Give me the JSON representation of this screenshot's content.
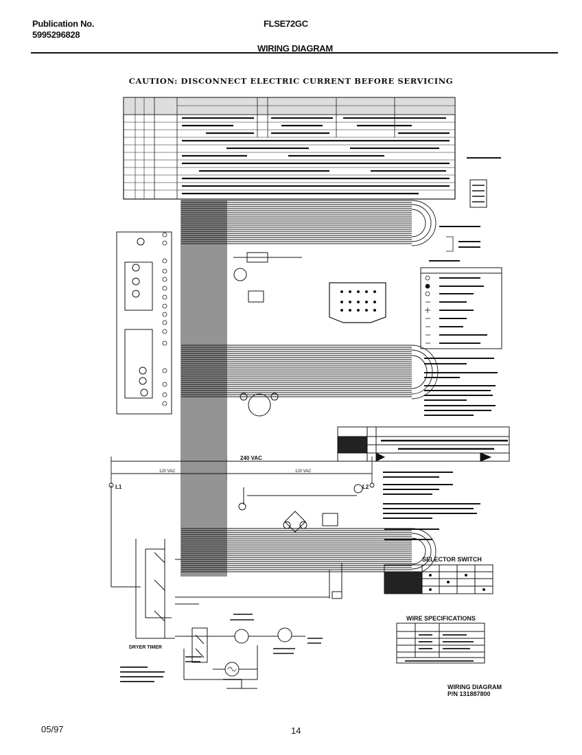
{
  "header": {
    "publication_label": "Publication No.",
    "publication_number": "5995296828",
    "model": "FLSE72GC",
    "section_title": "WIRING DIAGRAM"
  },
  "caution": "CAUTION: DISCONNECT ELECTRIC CURRENT BEFORE SERVICING",
  "labels": {
    "selector_switch": "SELECTOR SWITCH",
    "wire_specifications": "WIRE SPECIFICATIONS",
    "dryer_timer": "DRYER TIMER",
    "diagram_title": "WIRING DIAGRAM",
    "part_number": "P/N 131887800",
    "l1": "L1",
    "l2": "L2",
    "dim_240": "240 VAC",
    "dim_120_left": "120 VAC",
    "dim_120_right": "120 VAC"
  },
  "footer": {
    "date": "05/97",
    "page": "14"
  }
}
